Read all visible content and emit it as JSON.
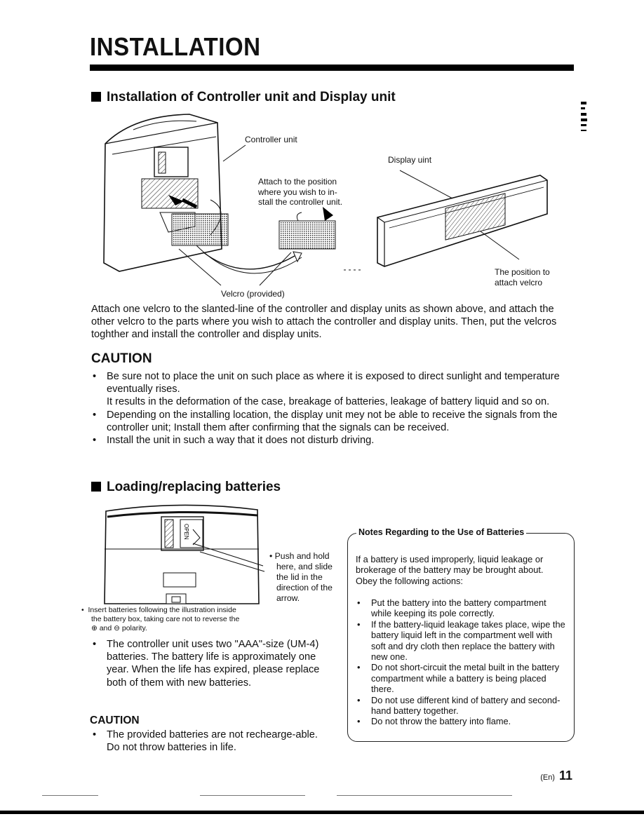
{
  "page_title": "INSTALLATION",
  "section1": {
    "heading": "Installation of Controller unit and Display unit",
    "labels": {
      "controller": "Controller unit",
      "display": "Display uint",
      "attach": [
        "Attach to the position",
        "where you wish to in-",
        "stall the controller unit."
      ],
      "position": [
        "The position to",
        "attach velcro"
      ],
      "velcro": "Velcro (provided)"
    },
    "paragraph": "Attach one velcro to the slanted-line of the controller and display units as shown above, and attach the other velcro to the parts where you wish to attach the controller and display units. Then, put the velcros toghther and install the controller and display units."
  },
  "caution1": {
    "heading": "CAUTION",
    "items": [
      "Be sure not to place the unit on such place as where it is exposed to direct sunlight and temperature eventually rises.",
      "Depending on the installing location, the display unit mey not be able to receive the signals from the controller unit; Install them after confirming that the signals can be received.",
      "Install the unit in such a way that it does not disturb driving."
    ],
    "item1_extra": "It results in the deformation of the case, breakage of batteries, leakage of battery liquid and so on."
  },
  "section2": {
    "heading": "Loading/replacing batteries",
    "push_label": [
      "Push and hold",
      "here, and slide",
      "the lid in the",
      "direction of the",
      "arrow."
    ],
    "insert_note": [
      "Insert batteries following the illustration inside",
      "the battery box, taking care not to reverse the",
      "⊕ and ⊖ polarity."
    ],
    "battery_text": "The controller unit uses two \"AAA\"-size (UM-4) batteries. The battery life is approximately one year. When the life has expired, please replace both of them with new batteries.",
    "caution_heading": "CAUTION",
    "caution_text": "The provided batteries are not rechearge-able. Do not throw batteries in life."
  },
  "notes": {
    "title": "Notes Regarding to the Use of Batteries",
    "intro": "If a battery is used improperly, liquid leakage or brokerage of the battery may be brought about. Obey the following actions:",
    "items": [
      "Put the battery into the battery compartment while keeping its pole correctly.",
      "If the battery-liquid leakage takes place, wipe the battery liquid left in the compartment well with soft and dry cloth then replace the battery with new one.",
      "Do not short-circuit the metal built in the battery compartment while a battery is being placed there.",
      "Do not use different kind of battery and second-hand battery together.",
      "Do not throw the battery into flame."
    ]
  },
  "footer": {
    "lang": "(En)",
    "page": "11"
  },
  "illustration": {
    "open_label": "OPEN"
  }
}
